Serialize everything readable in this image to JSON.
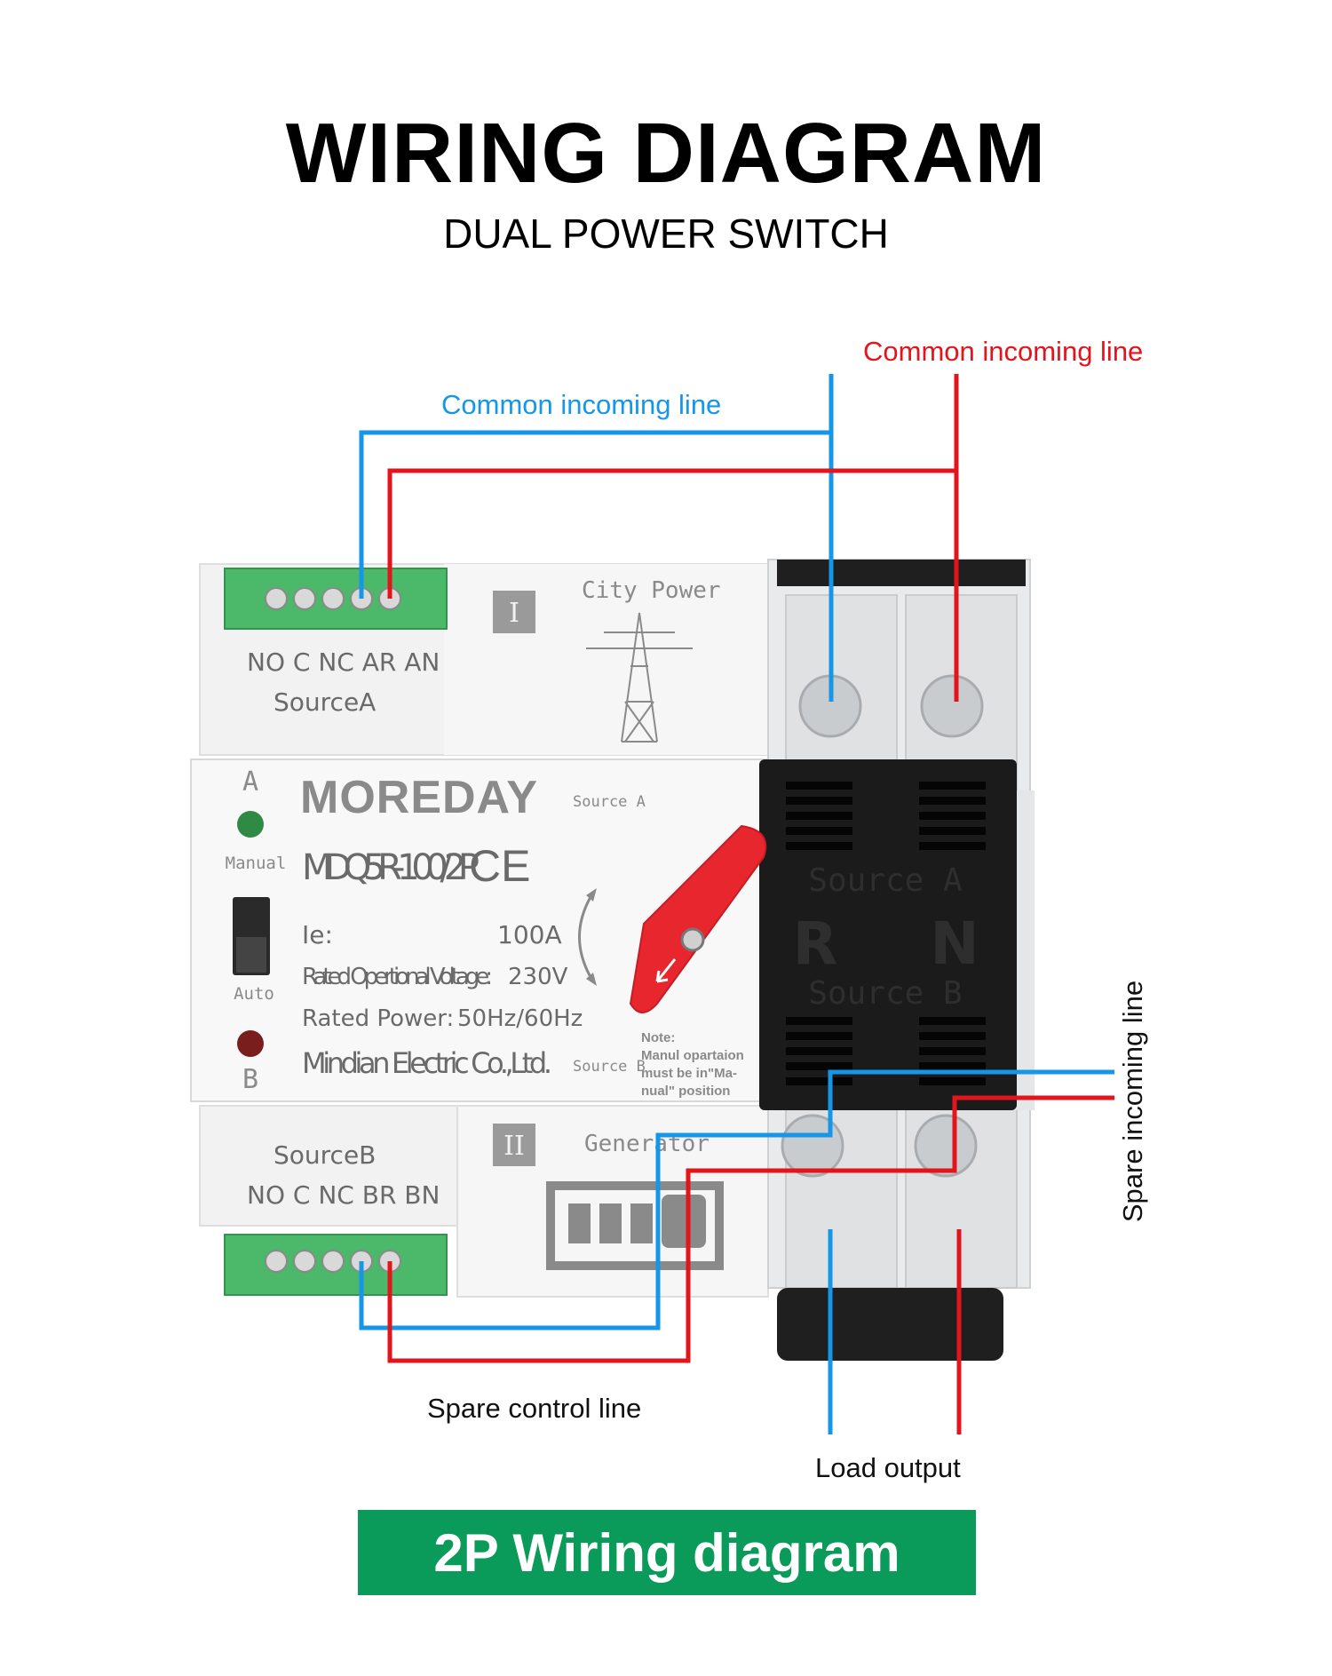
{
  "title": "WIRING DIAGRAM",
  "subtitle": "DUAL POWER SWITCH",
  "labels": {
    "common_incoming_red": "Common incoming line",
    "common_incoming_blue": "Common incoming line",
    "spare_incoming": "Spare incoming line",
    "spare_control": "Spare control line",
    "load_output": "Load output"
  },
  "banner": "2P Wiring diagram",
  "device": {
    "source_a_terminals": "NO C NC AR AN",
    "source_a": "SourceA",
    "source_b": "SourceB",
    "source_b_terminals": "NO C NC BR BN",
    "section_one": "I",
    "section_two": "II",
    "city_power": "City Power",
    "generator": "Generator",
    "brand": "MOREDAY",
    "model": "MDQ5R-100/2P",
    "ce_mark": "CE",
    "indicator_a": "A",
    "indicator_b": "B",
    "manual": "Manual",
    "auto": "Auto",
    "ie_label": "Ie:",
    "ie_value": "100A",
    "voltage_label": "Rated Opertional Voltage:",
    "voltage_value": "230V",
    "power_label": "Rated Power:",
    "power_value": "50Hz/60Hz",
    "manufacturer": "Mindian Electric Co.,Ltd.",
    "source_a_small": "Source A",
    "source_b_small": "Source B",
    "note_title": "Note:",
    "note_line1": "Manul opartaion",
    "note_line2": "must be in\"Ma-",
    "note_line3": "nual\" position",
    "breaker_source_a": "Source A",
    "breaker_source_b": "Source B",
    "pole_r": "R",
    "pole_n": "N"
  },
  "colors": {
    "blue_wire": "#1696e6",
    "red_wire": "#e3141b",
    "banner_green": "#0a9a5a",
    "terminal_green": "#4cb86a",
    "handle_red": "#e8262e"
  }
}
